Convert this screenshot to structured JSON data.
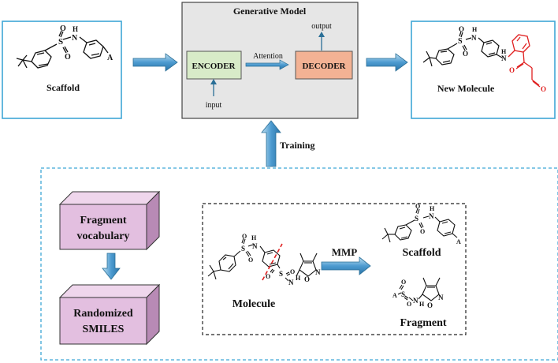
{
  "top": {
    "scaffold_label": "Scaffold",
    "scaffold_atoms": {
      "H": "H",
      "N": "N",
      "S": "S",
      "O_top": "O",
      "O_bottom": "O",
      "A": "A"
    },
    "model_title": "Generative Model",
    "encoder": "ENCODER",
    "decoder": "DECODER",
    "attention": "Attention",
    "input": "input",
    "output": "output",
    "new_molecule_label": "New Molecule",
    "new_molecule_atoms": {
      "H1": "H",
      "N1": "N",
      "S": "S",
      "O_top": "O",
      "O_bottom": "O",
      "H2": "H",
      "N2": "N",
      "O_ketone": "O",
      "O_ald": "O"
    }
  },
  "training": "Training",
  "bottom": {
    "fragment_vocab_line1": "Fragment",
    "fragment_vocab_line2": "vocabulary",
    "randomized_line1": "Randomized",
    "randomized_line2": "SMILES",
    "molecule_label": "Molecule",
    "mmp_label": "MMP",
    "scaffold_label": "Scaffold",
    "fragment_label": "Fragment",
    "molecule_atoms": {
      "H": "H",
      "N": "N",
      "S1": "S",
      "O1a": "O",
      "O1b": "O",
      "S2": "S",
      "O2a": "O",
      "O2b": "O",
      "N2": "N",
      "H2": "H",
      "N3": "N",
      "O3": "O"
    },
    "scaffold_atoms": {
      "H": "H",
      "N": "N",
      "S": "S",
      "O_top": "O",
      "O_bottom": "O",
      "A": "A"
    },
    "fragment_atoms": {
      "A": "A",
      "S": "S",
      "O_top": "O",
      "O_bottom": "O",
      "N": "N",
      "H": "H",
      "N2": "N",
      "O": "O"
    }
  },
  "colors": {
    "panel_border": "#3fa7d6",
    "encoder_fill": "#d8ebc8",
    "decoder_fill": "#f3b294",
    "model_fill": "#e6e6e6",
    "arrow_fill": "#5fa8d3",
    "arrow_stroke": "#2a6f97",
    "box3d_front": "#e3bfe0",
    "box3d_side": "#b88ab5",
    "new_fragment_red": "#e02020"
  }
}
